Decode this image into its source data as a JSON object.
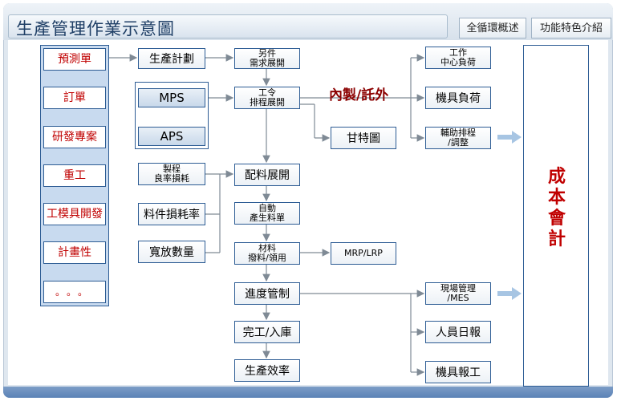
{
  "header": {
    "title": "生產管理作業示意圖"
  },
  "tabs": {
    "overview": "全循環概述",
    "features": "功能特色介紹"
  },
  "left_items": [
    "預測單",
    "訂單",
    "研發專案",
    "重工",
    "工模具開發",
    "計畫性",
    "。。。"
  ],
  "flow": {
    "production_plan": "生產計劃",
    "expand_parts": "另件\n需求展開",
    "work_order": "工令\n排程展開",
    "material_dist": "配料展開",
    "auto_material": "自動\n產生料單",
    "material_pick": "材料\n撥料/領用",
    "progress": "進度管制",
    "complete": "完工/入庫",
    "efficiency": "生產效率"
  },
  "mps": {
    "mps": "MPS",
    "aps": "APS"
  },
  "side_left": {
    "yield": "製程\n良率損耗",
    "material_loss": "料件損耗率",
    "release_qty": "寬放數量"
  },
  "right_col": {
    "work_center": "工作\n中心負荷",
    "machine_load": "機具負荷",
    "aux_schedule": "輔助排程\n/調整",
    "gantt": "甘特圖",
    "mrp": "MRP/LRP",
    "onsite": "現場管理\n/MES",
    "daily_report": "人員日報",
    "machine_report": "機具報工"
  },
  "inhouse_label": "內製/託外",
  "cost": "成本會計",
  "colors": {
    "accent_red": "#c00000",
    "border_blue": "#2d5c94",
    "title_blue": "#1f3f66"
  }
}
